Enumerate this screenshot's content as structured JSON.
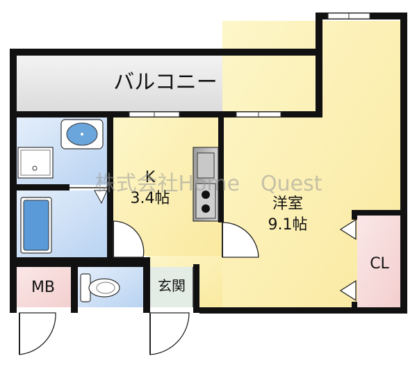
{
  "rooms": {
    "balcony": "バルコニー",
    "kitchen": {
      "name": "K",
      "size": "3.4帖"
    },
    "western_room": {
      "name": "洋室",
      "size": "9.1帖"
    },
    "closet": "CL",
    "meter_box": "MB",
    "entrance": "玄関"
  },
  "watermark": "株式会社Home　Quest",
  "colors": {
    "wall": "#111111",
    "balcony": "#e6e6e6",
    "living": "#fdf3b8",
    "water": "#cfe2f8",
    "closet": "#f9dede",
    "meter_box": "#f9dede",
    "entrance": "#e4ece6",
    "window": "#8fb7c9"
  }
}
